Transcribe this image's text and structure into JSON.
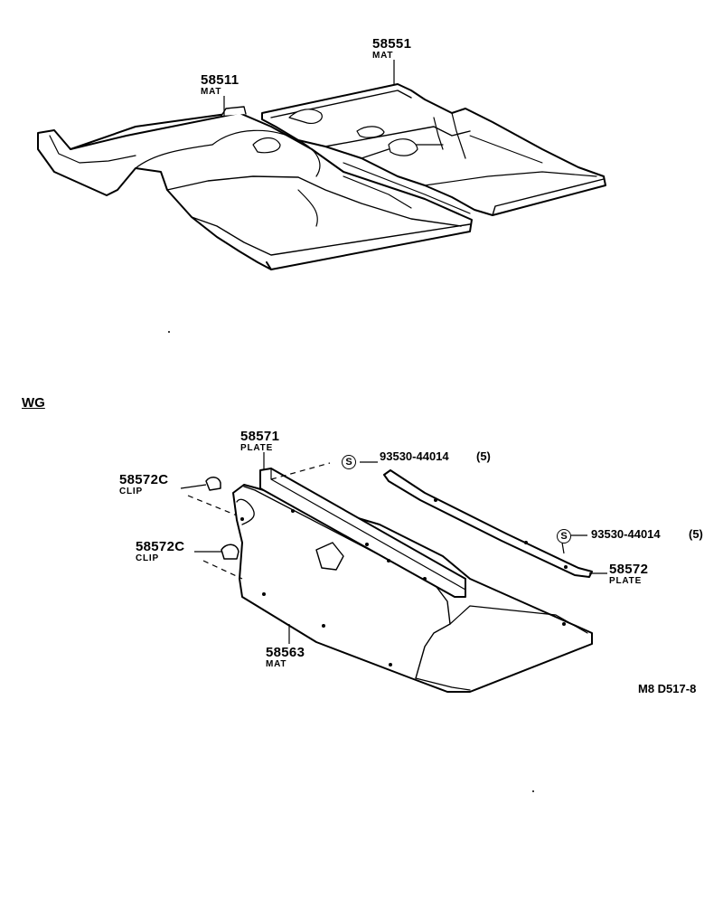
{
  "section_label": "WG",
  "drawing_ref": "M8 D517-8",
  "parts": {
    "front_mat": {
      "number": "58511",
      "name": "MAT"
    },
    "rear_mat": {
      "number": "58551",
      "name": "MAT"
    },
    "plate_front": {
      "number": "58571",
      "name": "PLATE"
    },
    "screw_1": {
      "symbol": "S",
      "number": "93530-44014",
      "qty": "(5)"
    },
    "clip_upper": {
      "number": "58572C",
      "name": "CLIP"
    },
    "clip_lower": {
      "number": "58572C",
      "name": "CLIP"
    },
    "screw_2": {
      "symbol": "S",
      "number": "93530-44014",
      "qty": "(5)"
    },
    "plate_rear": {
      "number": "58572",
      "name": "PLATE"
    },
    "luggage_mat": {
      "number": "58563",
      "name": "MAT"
    }
  }
}
